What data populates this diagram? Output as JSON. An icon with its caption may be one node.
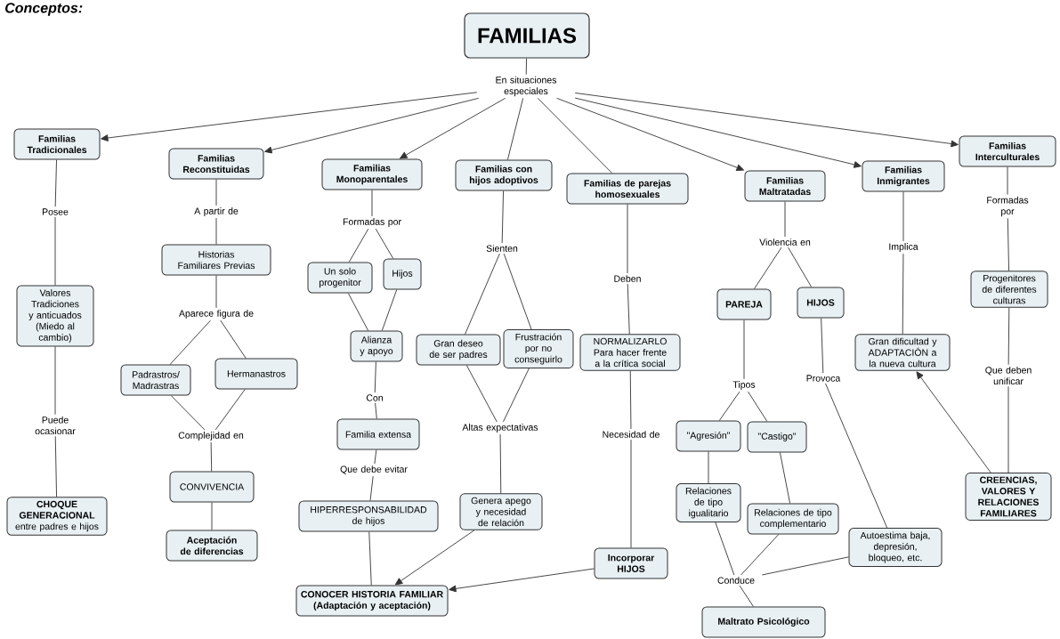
{
  "diagram": {
    "nodes": [
      {
        "text": [
          "FAMILIAS"
        ]
      },
      {
        "text": [
          "En situaciones especiales"
        ]
      },
      {
        "text": [
          "Familias Tradicionales"
        ]
      },
      {
        "text": [
          "Familias Reconstituidas"
        ]
      },
      {
        "text": [
          "Familias Monoparentales"
        ]
      },
      {
        "text": [
          "Familias con hijos adoptivos"
        ]
      },
      {
        "text": [
          "Familias de parejas homosexuales"
        ]
      },
      {
        "text": [
          "Familias Maltratadas"
        ]
      },
      {
        "text": [
          "Familias Inmigrantes"
        ]
      },
      {
        "text": [
          "Familias Interculturales"
        ]
      },
      {
        "text": [
          "Posee"
        ]
      },
      {
        "text": [
          "Valores Tradiciones y anticuados (Miedo al cambio)"
        ]
      },
      {
        "text": [
          "Puede ocasionar"
        ]
      },
      {
        "text": [
          "**CHOQUE GENERACIONAL** entre padres e hijos"
        ]
      },
      {
        "text": [
          "A partir de"
        ]
      },
      {
        "text": [
          "Historias Familiares Previas"
        ]
      },
      {
        "text": [
          "Aparece figura de"
        ]
      },
      {
        "text": [
          "Padrastros/ Madrastras"
        ]
      },
      {
        "text": [
          "Hermanastros"
        ]
      },
      {
        "text": [
          "Complejidad en"
        ]
      },
      {
        "text": [
          "CONVIVENCIA"
        ]
      },
      {
        "text": [
          "Aceptación de diferencias"
        ]
      },
      {
        "text": [
          "Formadas por"
        ]
      },
      {
        "text": [
          "Un solo progenitor"
        ]
      },
      {
        "text": [
          "Hijos"
        ]
      },
      {
        "text": [
          "Alianza y apoyo"
        ]
      },
      {
        "text": [
          "Con"
        ]
      },
      {
        "text": [
          "Familia extensa"
        ]
      },
      {
        "text": [
          "Que debe evitar"
        ]
      },
      {
        "text": [
          "HIPERRESPONSABILIDAD de hijos"
        ]
      },
      {
        "text": [
          "CONOCER HISTORIA FAMILIAR (Adaptación y aceptación)"
        ]
      },
      {
        "text": [
          "Sienten"
        ]
      },
      {
        "text": [
          "Gran deseo de ser padres"
        ]
      },
      {
        "text": [
          "Frustración por no conseguirlo"
        ]
      },
      {
        "text": [
          "Altas expectativas"
        ]
      },
      {
        "text": [
          "Genera apego y necesidad de relación"
        ]
      },
      {
        "text": [
          "Deben"
        ]
      },
      {
        "text": [
          "NORMALIZARLO Para hacer frente a la crítica social"
        ]
      },
      {
        "text": [
          "Necesidad de"
        ]
      },
      {
        "text": [
          "Incorporar HIJOS"
        ]
      },
      {
        "text": [
          "Violencia en"
        ]
      },
      {
        "text": [
          "PAREJA"
        ]
      },
      {
        "text": [
          "HIJOS"
        ]
      },
      {
        "text": [
          "Tipos"
        ]
      },
      {
        "text": [
          "\"Agresión\""
        ]
      },
      {
        "text": [
          "\"Castigo\""
        ]
      },
      {
        "text": [
          "Relaciones de tipo igualitario"
        ]
      },
      {
        "text": [
          "Relaciones de tipo complementario"
        ]
      },
      {
        "text": [
          "Provoca"
        ]
      },
      {
        "text": [
          "Autoestima baja, depresión, bloqueo, etc."
        ]
      },
      {
        "text": [
          "Conduce"
        ]
      },
      {
        "text": [
          "Maltrato Psicológico"
        ]
      },
      {
        "text": [
          "Implica"
        ]
      },
      {
        "text": [
          "Gran dificultad y ADAPTACIÓN a la nueva cultura"
        ]
      },
      {
        "text": [
          "Formadas por"
        ]
      },
      {
        "text": [
          "Progenitores de diferentes culturas"
        ]
      },
      {
        "text": [
          "Que deben unificar"
        ]
      },
      {
        "text": [
          "CREENCIAS, VALORES Y RELACIONES FAMILIARES"
        ]
      }
    ],
    "edges": [
      {
        "from": 0,
        "to": 1,
        "arrow": "none"
      },
      {
        "from": 1,
        "to": 2,
        "arrow": "to"
      },
      {
        "from": 1,
        "to": 3,
        "arrow": "to"
      },
      {
        "from": 1,
        "to": 4,
        "arrow": "to"
      },
      {
        "from": 1,
        "to": 5,
        "arrow": "none"
      },
      {
        "from": 1,
        "to": 6,
        "arrow": "none"
      },
      {
        "from": 1,
        "to": 7,
        "arrow": "to"
      },
      {
        "from": 1,
        "to": 8,
        "arrow": "to"
      },
      {
        "from": 1,
        "to": 9,
        "arrow": "to"
      },
      {
        "from": 2,
        "to": 10,
        "arrow": "none"
      },
      {
        "from": 10,
        "to": 11,
        "arrow": "none"
      },
      {
        "from": 11,
        "to": 12,
        "arrow": "none"
      },
      {
        "from": 12,
        "to": 13,
        "arrow": "none"
      },
      {
        "from": 3,
        "to": 14,
        "arrow": "none"
      },
      {
        "from": 14,
        "to": 15,
        "arrow": "none"
      },
      {
        "from": 15,
        "to": 16,
        "arrow": "none"
      },
      {
        "from": 16,
        "to": 17,
        "arrow": "none"
      },
      {
        "from": 16,
        "to": 18,
        "arrow": "none"
      },
      {
        "from": 17,
        "to": 19,
        "arrow": "none"
      },
      {
        "from": 18,
        "to": 19,
        "arrow": "none"
      },
      {
        "from": 19,
        "to": 20,
        "arrow": "none"
      },
      {
        "from": 20,
        "to": 21,
        "arrow": "none"
      },
      {
        "from": 4,
        "to": 22,
        "arrow": "none"
      },
      {
        "from": 22,
        "to": 23,
        "arrow": "none"
      },
      {
        "from": 22,
        "to": 24,
        "arrow": "none"
      },
      {
        "from": 23,
        "to": 25,
        "arrow": "none"
      },
      {
        "from": 24,
        "to": 25,
        "arrow": "none"
      },
      {
        "from": 25,
        "to": 26,
        "arrow": "none"
      },
      {
        "from": 26,
        "to": 27,
        "arrow": "none"
      },
      {
        "from": 27,
        "to": 28,
        "arrow": "none"
      },
      {
        "from": 28,
        "to": 29,
        "arrow": "none"
      },
      {
        "from": 29,
        "to": 30,
        "arrow": "none"
      },
      {
        "from": 5,
        "to": 31,
        "arrow": "none"
      },
      {
        "from": 31,
        "to": 32,
        "arrow": "none"
      },
      {
        "from": 31,
        "to": 33,
        "arrow": "none"
      },
      {
        "from": 32,
        "to": 34,
        "arrow": "none"
      },
      {
        "from": 33,
        "to": 34,
        "arrow": "none"
      },
      {
        "from": 34,
        "to": 35,
        "arrow": "none"
      },
      {
        "from": 35,
        "to": 30,
        "arrow": "to"
      },
      {
        "from": 6,
        "to": 36,
        "arrow": "none"
      },
      {
        "from": 36,
        "to": 37,
        "arrow": "none"
      },
      {
        "from": 37,
        "to": 38,
        "arrow": "none"
      },
      {
        "from": 38,
        "to": 39,
        "arrow": "none"
      },
      {
        "from": 39,
        "to": 30,
        "arrow": "to"
      },
      {
        "from": 7,
        "to": 40,
        "arrow": "none"
      },
      {
        "from": 40,
        "to": 41,
        "arrow": "none"
      },
      {
        "from": 40,
        "to": 42,
        "arrow": "none"
      },
      {
        "from": 41,
        "to": 43,
        "arrow": "none"
      },
      {
        "from": 43,
        "to": 44,
        "arrow": "none"
      },
      {
        "from": 43,
        "to": 45,
        "arrow": "none"
      },
      {
        "from": 44,
        "to": 46,
        "arrow": "none"
      },
      {
        "from": 45,
        "to": 47,
        "arrow": "none"
      },
      {
        "from": 42,
        "to": 48,
        "arrow": "none"
      },
      {
        "from": 48,
        "to": 49,
        "arrow": "none"
      },
      {
        "from": 46,
        "to": 50,
        "arrow": "none"
      },
      {
        "from": 47,
        "to": 50,
        "arrow": "none"
      },
      {
        "from": 49,
        "to": 50,
        "arrow": "none"
      },
      {
        "from": 50,
        "to": 51,
        "arrow": "none"
      },
      {
        "from": 8,
        "to": 52,
        "arrow": "none"
      },
      {
        "from": 52,
        "to": 53,
        "arrow": "none"
      },
      {
        "from": 9,
        "to": 54,
        "arrow": "none"
      },
      {
        "from": 54,
        "to": 55,
        "arrow": "none"
      },
      {
        "from": 55,
        "to": 56,
        "arrow": "none"
      },
      {
        "from": 56,
        "to": 57,
        "arrow": "none"
      },
      {
        "from": 57,
        "to": 53,
        "arrow": "to"
      }
    ],
    "labels": [
      "Conceptos:"
    ]
  }
}
